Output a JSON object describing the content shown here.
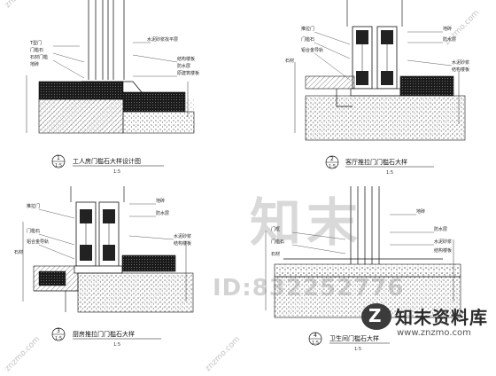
{
  "drawing": {
    "panels": [
      {
        "number": "1",
        "title": "工人房门槛石大样设计图",
        "scale": "1:5",
        "labels": [
          "T型门",
          "门槛石",
          "石材门槛",
          "地砖",
          "水泥砂浆找平层",
          "结构楼板",
          "防水层",
          "原建筑楼板"
        ]
      },
      {
        "number": "2",
        "title": "客厅推拉门门槛石大样",
        "scale": "1:5",
        "labels": [
          "推拉门",
          "门槛石",
          "铝合金导轨",
          "石材",
          "地砖",
          "防水层",
          "水泥砂浆",
          "结构楼板"
        ]
      },
      {
        "number": "3",
        "title": "厨房推拉门门槛石大样",
        "scale": "1:5",
        "labels": [
          "推拉门",
          "门槛石",
          "铝合金导轨",
          "石材",
          "地砖",
          "防水层",
          "水泥砂浆",
          "结构楼板"
        ]
      },
      {
        "number": "4",
        "title": "卫生间门槛石大样",
        "scale": "1:5",
        "labels": [
          "门框",
          "门槛石",
          "石材",
          "地砖",
          "防水层",
          "水泥砂浆",
          "结构楼板"
        ]
      }
    ]
  },
  "watermark": {
    "big": "知末",
    "id_text": "ID:832252776",
    "brand_name": "知末资料库",
    "brand_url": "www.znzmo.com",
    "logo_letter": "Z",
    "corner_text": "znzmo.com"
  }
}
